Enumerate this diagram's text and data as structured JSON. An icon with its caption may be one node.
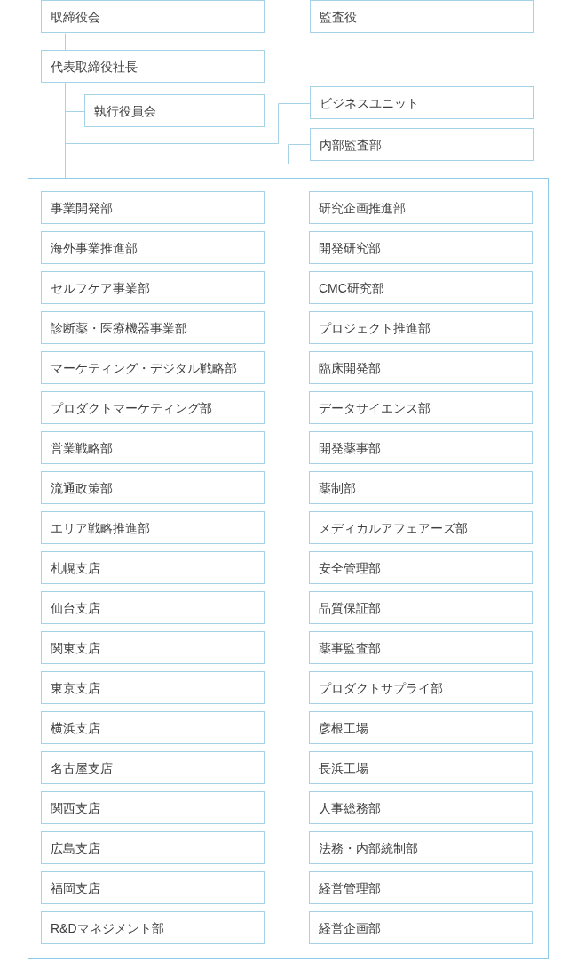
{
  "diagram": {
    "nodes": [
      {
        "text": [
          "取締役会"
        ]
      },
      {
        "text": [
          "監査役"
        ]
      },
      {
        "text": [
          "代表取締役社長"
        ]
      },
      {
        "text": [
          "執行役員会"
        ]
      },
      {
        "text": [
          "ビジネスユニット"
        ]
      },
      {
        "text": [
          "内部監査部"
        ]
      },
      {
        "text": [],
        "shape": "box"
      },
      {
        "text": [
          "事業開発部"
        ],
        "in": 6
      },
      {
        "text": [
          "海外事業推進部"
        ],
        "in": 6
      },
      {
        "text": [
          "セルフケア事業部"
        ],
        "in": 6
      },
      {
        "text": [
          "診断薬・医療機器事業部"
        ],
        "in": 6
      },
      {
        "text": [
          "マーケティング・デジタル戦略部"
        ],
        "in": 6
      },
      {
        "text": [
          "プロダクトマーケティング部"
        ],
        "in": 6
      },
      {
        "text": [
          "営業戦略部"
        ],
        "in": 6
      },
      {
        "text": [
          "流通政策部"
        ],
        "in": 6
      },
      {
        "text": [
          "エリア戦略推進部"
        ],
        "in": 6
      },
      {
        "text": [
          "札幌支店"
        ],
        "in": 6
      },
      {
        "text": [
          "仙台支店"
        ],
        "in": 6
      },
      {
        "text": [
          "関東支店"
        ],
        "in": 6
      },
      {
        "text": [
          "東京支店"
        ],
        "in": 6
      },
      {
        "text": [
          "横浜支店"
        ],
        "in": 6
      },
      {
        "text": [
          "名古屋支店"
        ],
        "in": 6
      },
      {
        "text": [
          "関西支店"
        ],
        "in": 6
      },
      {
        "text": [
          "広島支店"
        ],
        "in": 6
      },
      {
        "text": [
          "福岡支店"
        ],
        "in": 6
      },
      {
        "text": [
          "R&Dマネジメント部"
        ],
        "in": 6
      },
      {
        "text": [
          "研究企画推進部"
        ],
        "in": 6
      },
      {
        "text": [
          "開発研究部"
        ],
        "in": 6
      },
      {
        "text": [
          "CMC研究部"
        ],
        "in": 6
      },
      {
        "text": [
          "プロジェクト推進部"
        ],
        "in": 6
      },
      {
        "text": [
          "臨床開発部"
        ],
        "in": 6
      },
      {
        "text": [
          "データサイエンス部"
        ],
        "in": 6
      },
      {
        "text": [
          "開発薬事部"
        ],
        "in": 6
      },
      {
        "text": [
          "薬制部"
        ],
        "in": 6
      },
      {
        "text": [
          "メディカルアフェアーズ部"
        ],
        "in": 6
      },
      {
        "text": [
          "安全管理部"
        ],
        "in": 6
      },
      {
        "text": [
          "品質保証部"
        ],
        "in": 6
      },
      {
        "text": [
          "薬事監査部"
        ],
        "in": 6
      },
      {
        "text": [
          "プロダクトサプライ部"
        ],
        "in": 6
      },
      {
        "text": [
          "彦根工場"
        ],
        "in": 6
      },
      {
        "text": [
          "長浜工場"
        ],
        "in": 6
      },
      {
        "text": [
          "人事総務部"
        ],
        "in": 6
      },
      {
        "text": [
          "法務・内部統制部"
        ],
        "in": 6
      },
      {
        "text": [
          "経営管理部"
        ],
        "in": 6
      },
      {
        "text": [
          "経営企画部"
        ],
        "in": 6
      }
    ],
    "edges": [
      {
        "from": 0,
        "to": 2,
        "arrow": "none"
      },
      {
        "from": 2,
        "to": 3,
        "arrow": "none"
      },
      {
        "from": 2,
        "to": 4,
        "arrow": "none"
      },
      {
        "from": 2,
        "to": 5,
        "arrow": "none"
      },
      {
        "from": 2,
        "to": 6,
        "arrow": "none"
      }
    ]
  }
}
